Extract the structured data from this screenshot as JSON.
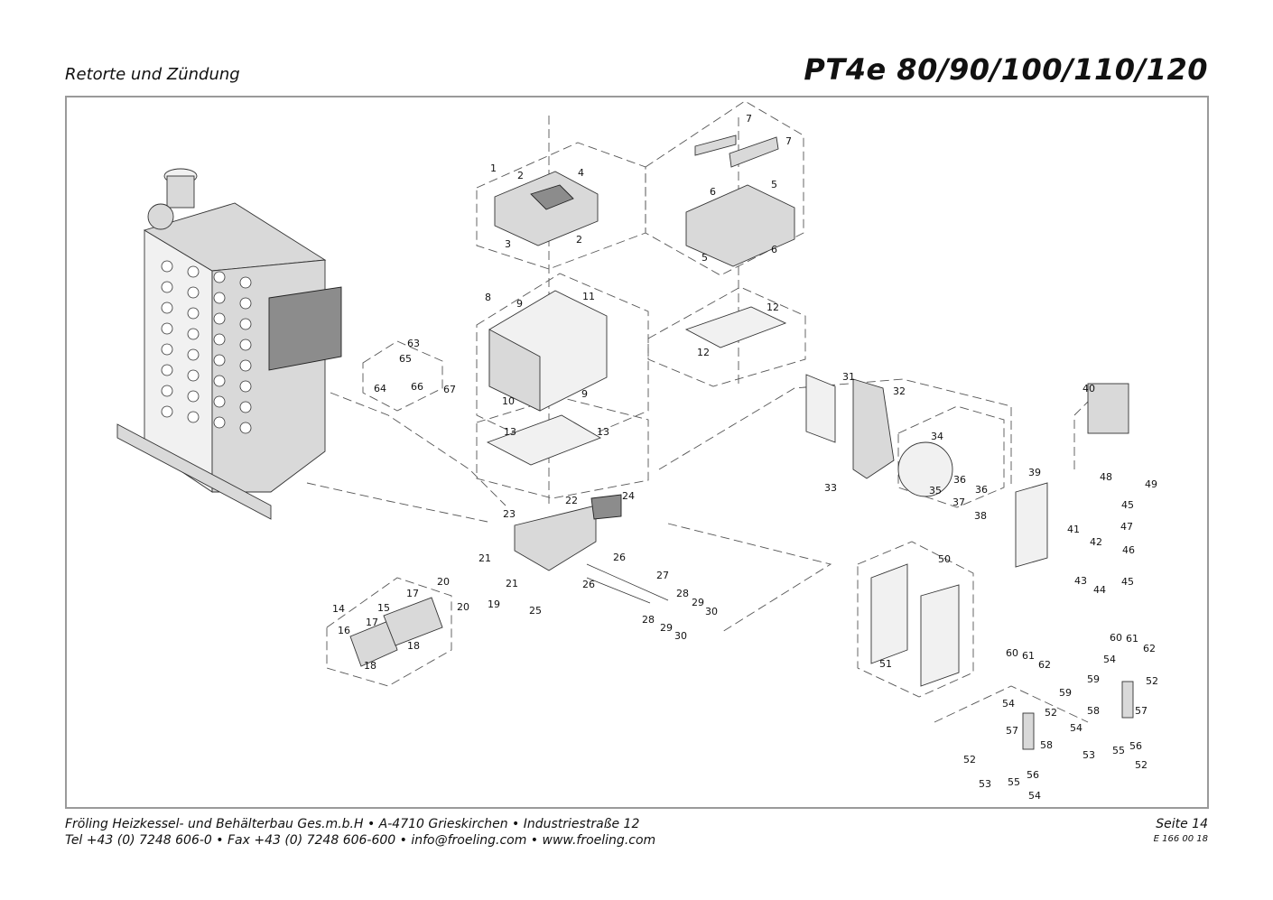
{
  "header": {
    "section_title": "Retorte und Zündung",
    "model_title": "PT4e 80/90/100/110/120"
  },
  "footer": {
    "company_line": "Fröling Heizkessel- und Behälterbau Ges.m.b.H  •  A-4710 Grieskirchen  •  Industriestraße 12",
    "contact_line": "Tel +43 (0) 7248 606-0   •  Fax +43 (0) 7248 606-600   •  info@froeling.com   •  www.froeling.com",
    "page": "Seite 14",
    "doc_number": "E 166 00 18"
  },
  "callouts": [
    "1",
    "2",
    "4",
    "3",
    "2",
    "7",
    "7",
    "6",
    "5",
    "5",
    "6",
    "8",
    "9",
    "11",
    "10",
    "9",
    "12",
    "12",
    "13",
    "13",
    "63",
    "65",
    "64",
    "66",
    "67",
    "31",
    "32",
    "34",
    "33",
    "35",
    "36",
    "37",
    "36",
    "38",
    "40",
    "39",
    "41",
    "42",
    "43",
    "44",
    "45",
    "48",
    "49",
    "45",
    "47",
    "46",
    "22",
    "24",
    "23",
    "21",
    "21",
    "20",
    "20",
    "19",
    "26",
    "27",
    "26",
    "28",
    "29",
    "28",
    "29",
    "30",
    "30",
    "25",
    "14",
    "15",
    "17",
    "17",
    "16",
    "18",
    "18",
    "50",
    "51",
    "60",
    "61",
    "62",
    "59",
    "54",
    "57",
    "52",
    "58",
    "52",
    "53",
    "55",
    "56",
    "54",
    "60",
    "61",
    "62",
    "54",
    "59",
    "52",
    "58",
    "57",
    "54",
    "53",
    "55",
    "56",
    "52"
  ]
}
